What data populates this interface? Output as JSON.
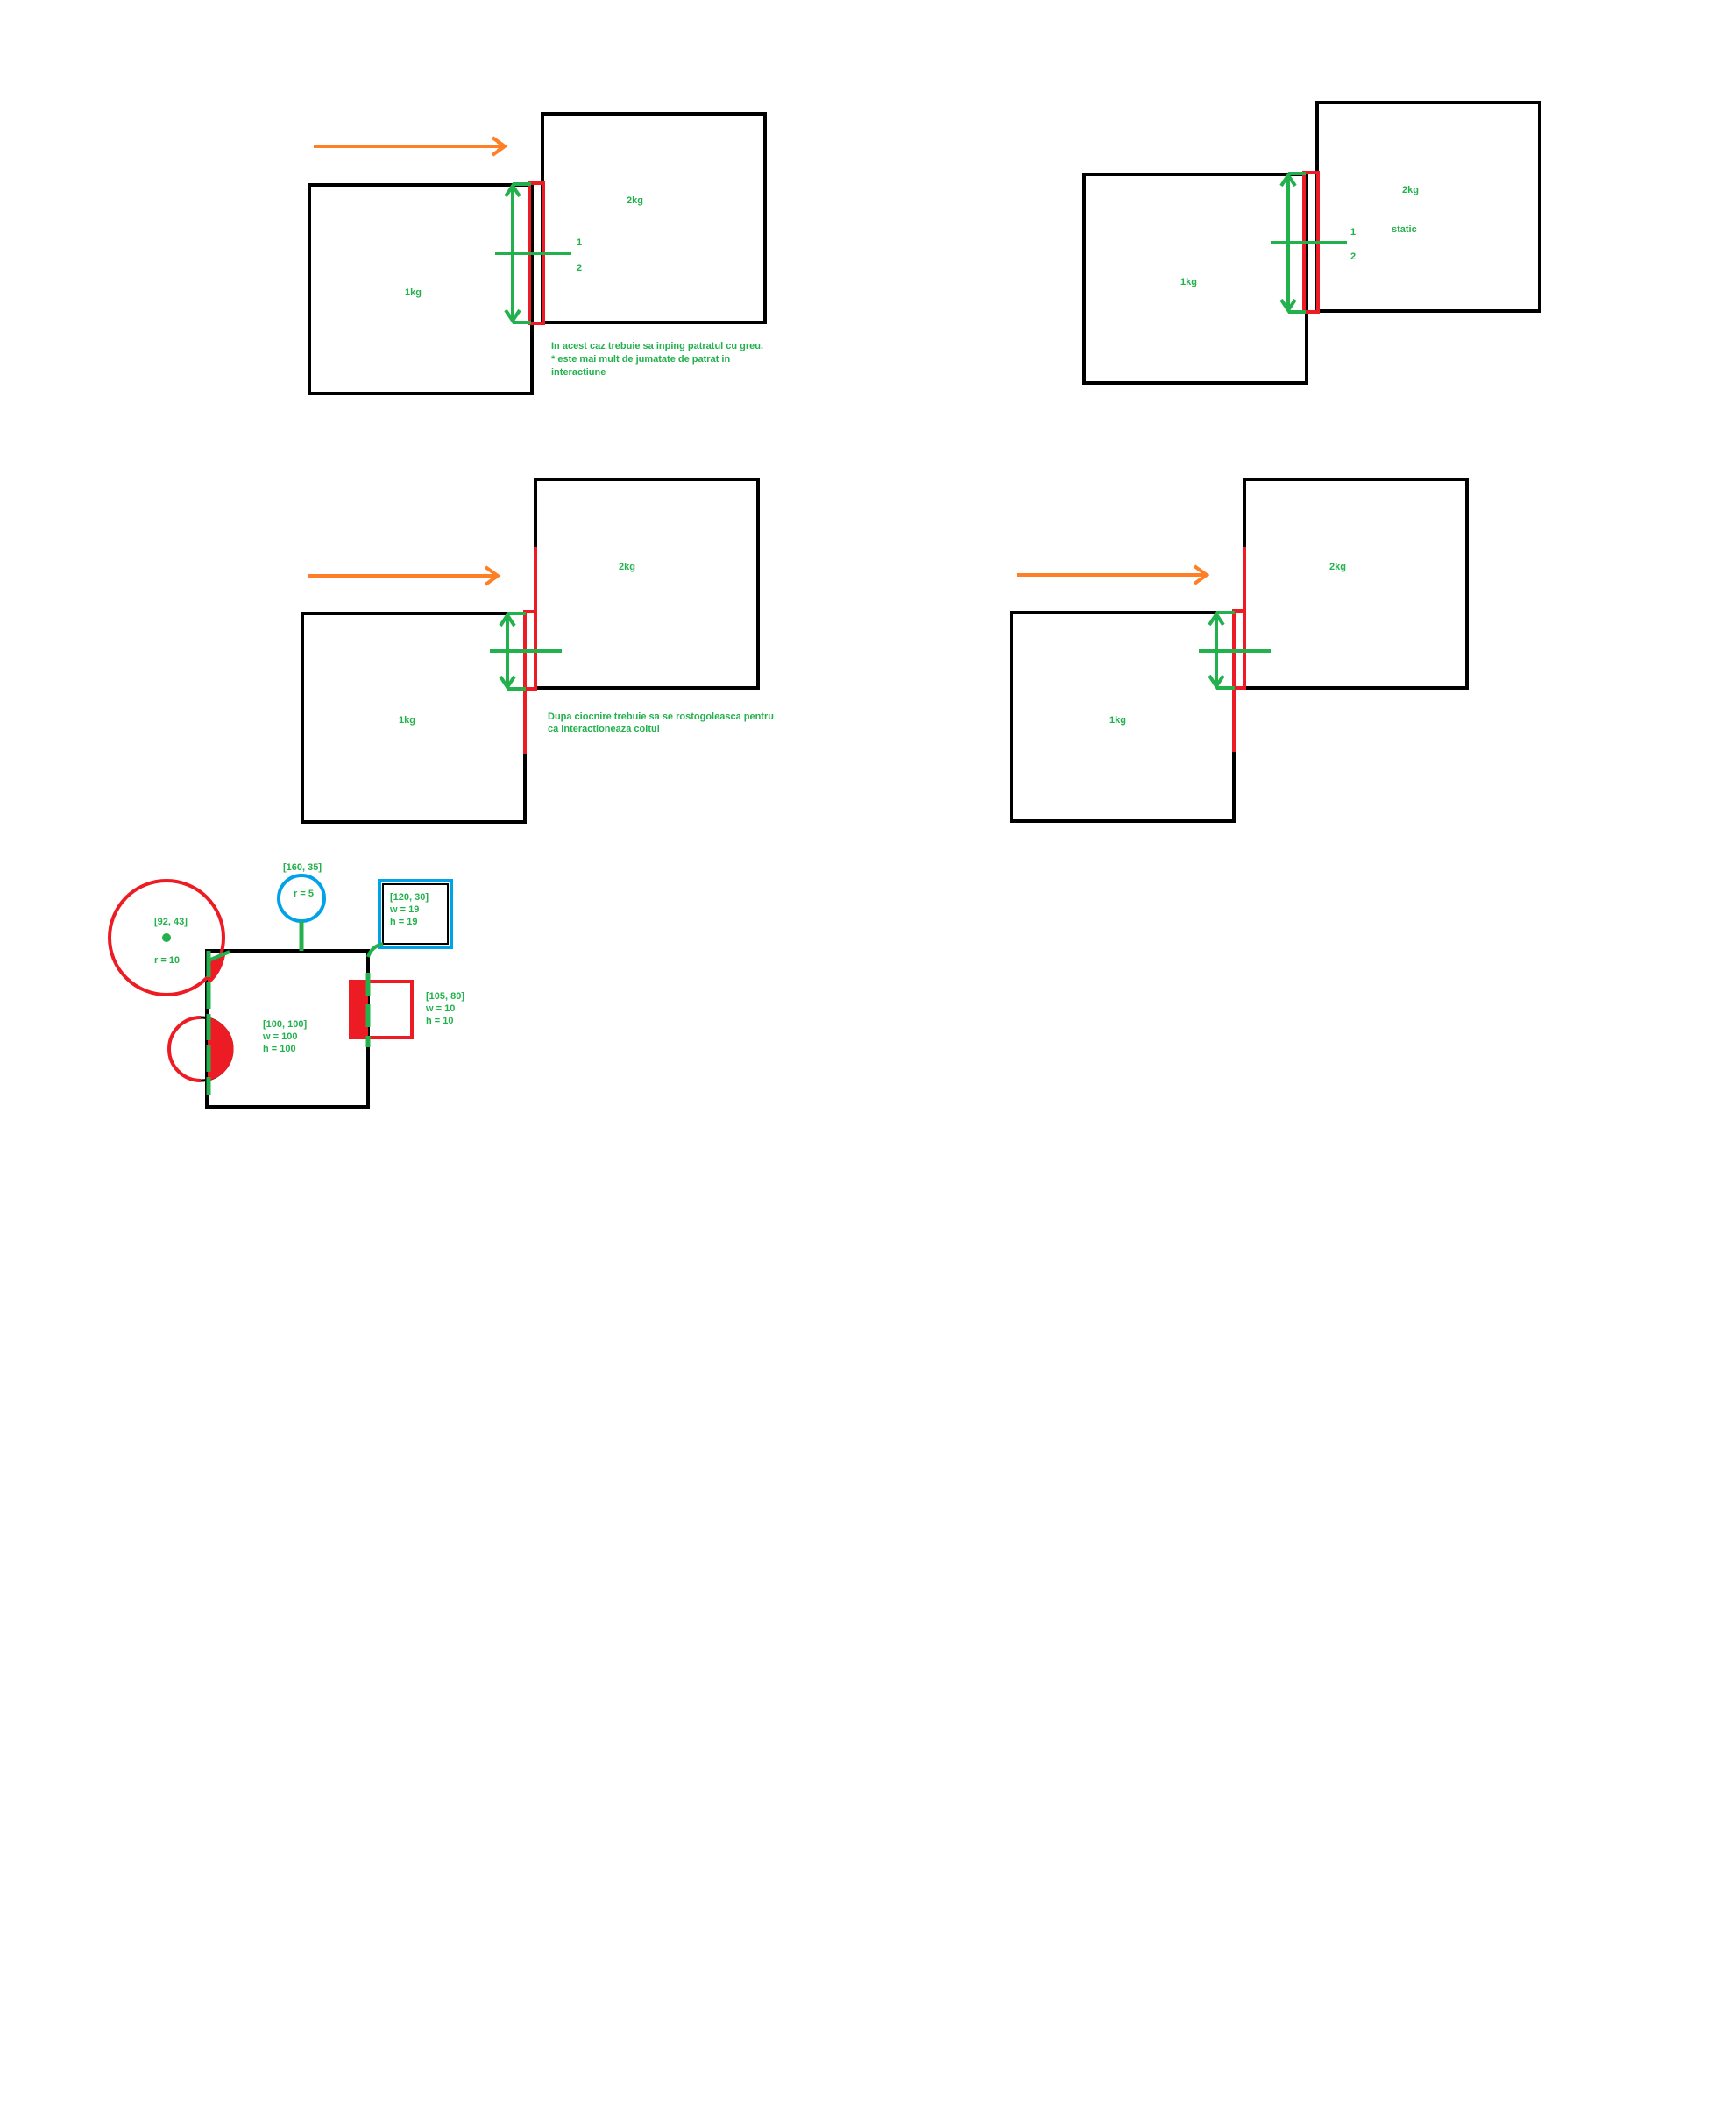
{
  "colors": {
    "outline": "#000000",
    "contact": "#ed1c24",
    "measure": "#22b14c",
    "motion": "#ff7f27",
    "probe": "#00a2e8"
  },
  "scenarios": [
    {
      "heavy_mass": "2kg",
      "light_mass": "1kg",
      "marker_top": "1",
      "marker_bottom": "2",
      "note_lines": [
        "In acest caz trebuie sa inping patratul cu greu.",
        "* este mai mult de jumatate de patrat in",
        "interactiune"
      ]
    },
    {
      "heavy_mass": "2kg",
      "heavy_state": "static",
      "light_mass": "1kg",
      "marker_top": "1",
      "marker_bottom": "2"
    },
    {
      "heavy_mass": "2kg",
      "light_mass": "1kg",
      "note_lines": [
        "Dupa ciocnire trebuie sa se rostogoleasca pentru",
        "ca interactioneaza coltul"
      ]
    },
    {
      "heavy_mass": "2kg",
      "light_mass": "1kg"
    }
  ],
  "collision_test": {
    "main_box": {
      "pos": "[100, 100]",
      "w": "w = 100",
      "h": "h = 100"
    },
    "big_circle": {
      "pos": "[92, 43]",
      "r": "r = 10"
    },
    "small_circle": {
      "pos": "[160, 35]",
      "r": "r = 5"
    },
    "blue_box": {
      "pos": "[120, 30]",
      "w": "w = 19",
      "h": "h = 19"
    },
    "red_box": {
      "pos": "[105, 80]",
      "w": "w = 10",
      "h": "h = 10"
    }
  }
}
